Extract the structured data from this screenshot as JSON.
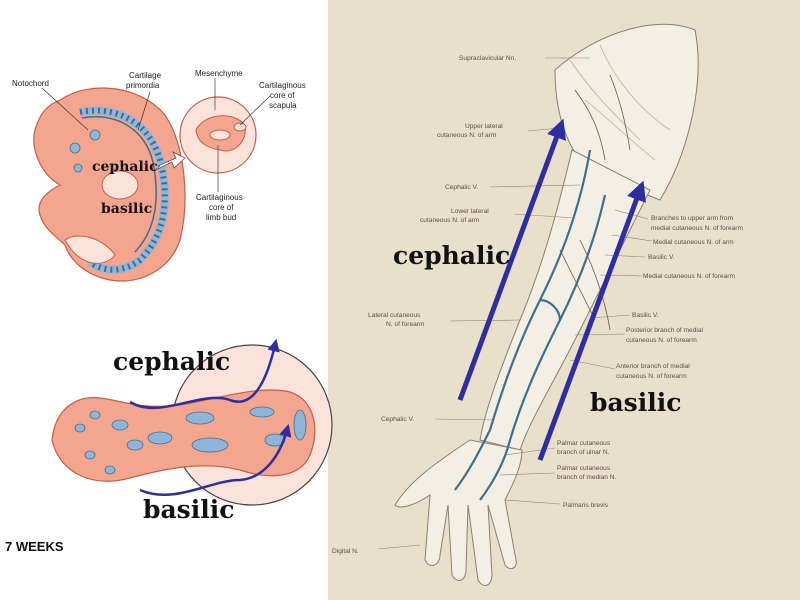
{
  "embryo": {
    "labels": {
      "notochord": "Notochord",
      "cartilage_primordia_1": "Cartilage",
      "cartilage_primordia_2": "primordia",
      "mesenchyme": "Mesenchyme",
      "scapula_1": "Cartilaginous",
      "scapula_2": "core of",
      "scapula_3": "scapula",
      "limb_1": "Cartilaginous",
      "limb_2": "core of",
      "limb_3": "limb bud"
    },
    "overlay_cephalic": "cephalic",
    "overlay_basilic": "basilic"
  },
  "hand_plate": {
    "cephalic": "cephalic",
    "basilic": "basilic",
    "age": "7 WEEKS"
  },
  "arm": {
    "cephalic": "cephalic",
    "basilic": "basilic",
    "labels": {
      "supraclavicular": "Supraclavicular Nn.",
      "upper_lateral_1": "Upper lateral",
      "upper_lateral_2": "cutaneous N. of arm",
      "cephalic_v_upper": "Cephalic V.",
      "lower_lateral_1": "Lower lateral",
      "lower_lateral_2": "cutaneous N. of arm",
      "branches_1": "Branches to upper arm from",
      "branches_2": "medial cutaneous N. of forearm",
      "medial_arm": "Medial cutaneous N. of arm",
      "basilic_v_upper": "Basilic V.",
      "medial_forearm": "Medial cutaneous N. of forearm",
      "lateral_forearm_1": "Lateral cutaneous",
      "lateral_forearm_2": "N. of forearm",
      "basilic_v_lower": "Basilic V.",
      "posterior_branch_1": "Posterior branch of medial",
      "posterior_branch_2": "cutaneous N. of forearm",
      "anterior_branch_1": "Anterior branch of medial",
      "anterior_branch_2": "cutaneous N. of forearm",
      "cephalic_v_lower": "Cephalic V.",
      "palmar_ulnar_1": "Palmar cutaneous",
      "palmar_ulnar_2": "branch of ulnar N.",
      "palmar_median_1": "Palmar cutaneous",
      "palmar_median_2": "branch of median N.",
      "palmaris_brevis": "Palmaris brevis",
      "digital": "Digital N."
    }
  },
  "colors": {
    "arrow": "#2e2ea0",
    "vein": "#3f6f8f",
    "embryo_flesh": "#f4a58e",
    "cartilage": "#8fb6d8",
    "plate_bg": "#e9e0cc"
  }
}
